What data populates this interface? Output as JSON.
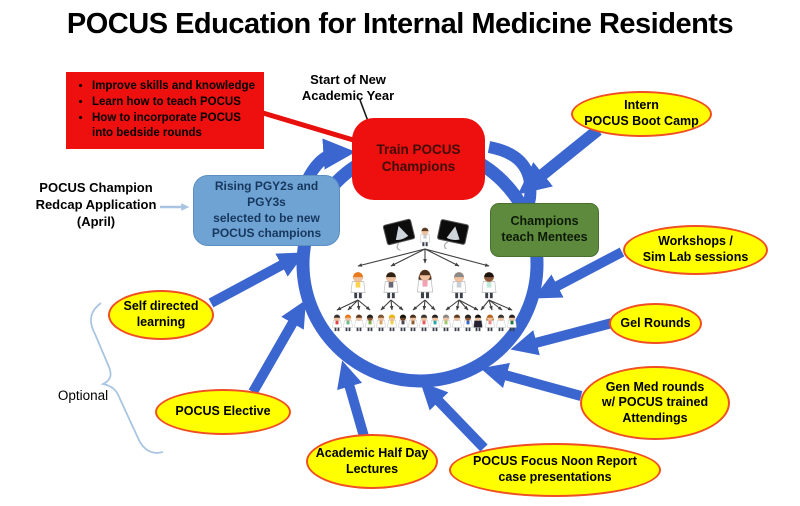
{
  "slide": {
    "title": "POCUS Education for Internal Medicine Residents"
  },
  "goals_box": {
    "items": [
      "Improve skills and knowledge",
      "Learn how to teach POCUS",
      "How to incorporate POCUS into bedside rounds"
    ]
  },
  "labels": {
    "start": "Start of New\nAcademic Year",
    "redcap": "POCUS Champion\nRedcap Application\n(April)",
    "optional": "Optional"
  },
  "cycle": {
    "train": "Train POCUS\nChampions",
    "selection": "Rising PGY2s and PGY3s\nselected to be new\nPOCUS champions",
    "teach": "Champions\nteach Mentees"
  },
  "activities": [
    {
      "label": "Intern\nPOCUS Boot Camp"
    },
    {
      "label": "Workshops /\nSim Lab sessions"
    },
    {
      "label": "Gel Rounds"
    },
    {
      "label": "Gen Med rounds\nw/ POCUS trained\nAttendings"
    },
    {
      "label": "POCUS Focus Noon Report\ncase presentations"
    },
    {
      "label": "Academic Half Day\nLectures"
    },
    {
      "label": "POCUS Elective"
    },
    {
      "label": "Self directed\nlearning"
    }
  ],
  "colors": {
    "arrow_blue": "#3b66cf",
    "node_red": "#ee0f0f",
    "node_blue": "#6fa3d4",
    "node_green": "#5d8a3c",
    "activity_fill": "#ffff00",
    "activity_stroke": "#f04e23",
    "connector_light_blue": "#a9c5e2",
    "connector_red": "#e8100c"
  },
  "center_illustration": "doctors-teaching-hierarchy"
}
